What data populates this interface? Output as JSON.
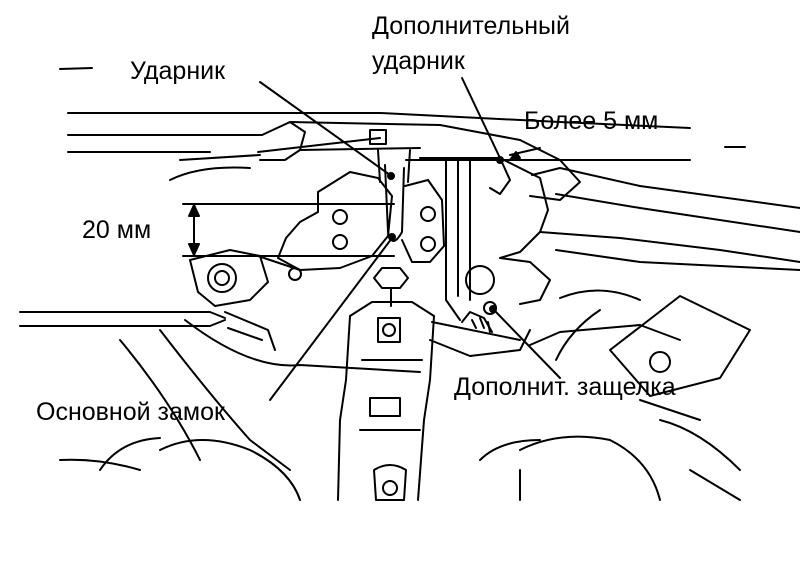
{
  "labels": {
    "striker": "Ударник",
    "additional_striker_line1": "Дополнительный",
    "additional_striker_line2": "ударник",
    "more_than_5mm": "Более 5 мм",
    "dimension_20mm": "20 мм",
    "main_lock": "Основной замок",
    "additional_latch": "Дополнит. защелка"
  }
}
